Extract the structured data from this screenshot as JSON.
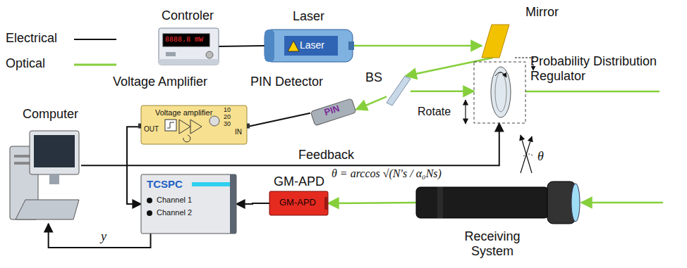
{
  "diagram": {
    "nodes": [
      {
        "text": [
          "Controler",
          "8888.8 mW"
        ]
      },
      {
        "text": [
          "Laser",
          "Laser"
        ]
      },
      {
        "text": [
          "Mirror"
        ]
      },
      {
        "text": [
          "BS"
        ]
      },
      {
        "text": [
          "PIN Detector",
          "PIN"
        ]
      },
      {
        "text": [
          "Probability Distribution Regulator"
        ]
      },
      {
        "text": [
          "Voltage Amplifier",
          "Voltage amplifier",
          "OUT",
          "IN",
          "10",
          "20",
          "30"
        ]
      },
      {
        "text": [
          "Computer"
        ]
      },
      {
        "text": [
          "TCSPC",
          "Channel 1",
          "Channel 2"
        ]
      },
      {
        "text": [
          "GM-APD",
          "GM-APD"
        ]
      },
      {
        "text": [
          "Receiving System"
        ]
      }
    ],
    "edges": [
      {
        "from": 0,
        "to": 1,
        "arrow": "none"
      },
      {
        "from": 1,
        "to": 2,
        "arrow": "to"
      },
      {
        "from": 2,
        "to": 3,
        "arrow": "to"
      },
      {
        "from": 3,
        "to": 4,
        "arrow": "to"
      },
      {
        "from": 3,
        "to": 5,
        "arrow": "to"
      },
      {
        "from": 4,
        "to": 6,
        "arrow": "none"
      },
      {
        "from": 6,
        "to": 8,
        "arrow": "to"
      },
      {
        "from": 9,
        "to": 8,
        "arrow": "to"
      },
      {
        "from": 8,
        "to": 7,
        "label": "y",
        "arrow": "to"
      },
      {
        "from": 7,
        "to": 5,
        "label": "Feedback",
        "arrow": "to"
      },
      {
        "from": 10,
        "to": 9,
        "arrow": "to"
      }
    ],
    "labels": [
      "Rotate",
      "θ",
      "θ = arccos √(N′s / α₀Ns)"
    ],
    "legend": [
      {
        "text": "Electrical"
      },
      {
        "text": "Optical"
      }
    ]
  }
}
